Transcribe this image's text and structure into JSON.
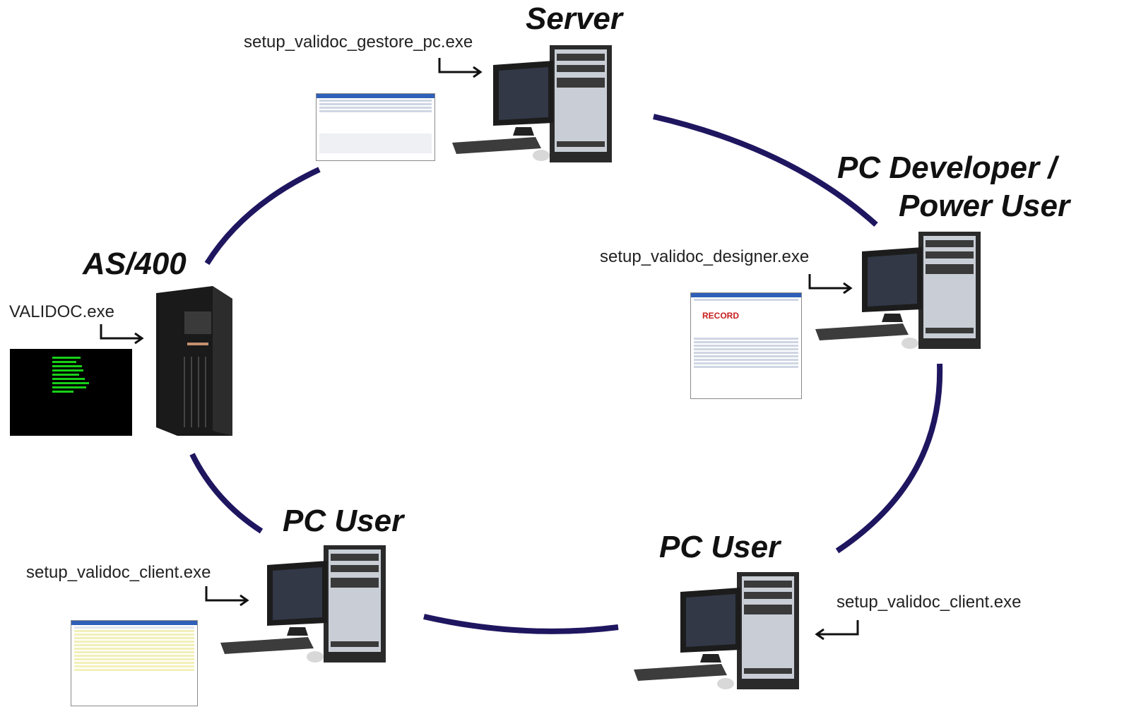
{
  "nodes": {
    "server": {
      "title": "Server",
      "file": "setup_validoc_gestore_pc.exe"
    },
    "as400": {
      "title": "AS/400",
      "file": "VALIDOC.exe"
    },
    "developer": {
      "title_line1": "PC   Developer   /",
      "title_line2": "Power User",
      "file": "setup_validoc_designer.exe",
      "logo_text": "RECORD"
    },
    "user_left": {
      "title": "PC  User",
      "file": "setup_validoc_client.exe"
    },
    "user_right": {
      "title": "PC  User",
      "file": "setup_validoc_client.exe"
    }
  },
  "colors": {
    "ring": "#1f1660",
    "monitor": "#1c1c1c",
    "tower_face": "#c9ced6",
    "term_green": "#19d019",
    "logo_red": "#c8201e"
  },
  "icons": [
    "arrow-right-icon",
    "arrow-left-icon",
    "computer-icon",
    "server-tower-icon"
  ]
}
